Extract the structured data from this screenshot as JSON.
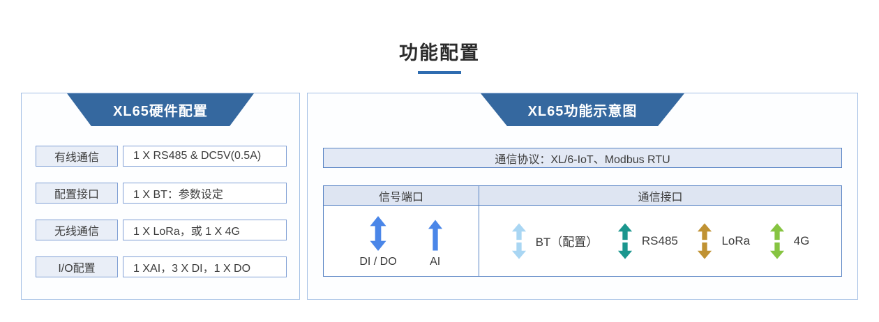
{
  "page": {
    "title": "功能配置"
  },
  "colors": {
    "accent_underline": "#2e6cb0",
    "header_trapezoid": "#35689f",
    "signal_arrow_blue": "#4a86e8"
  },
  "left_panel": {
    "header": "XL65硬件配置",
    "rows": [
      {
        "label": "有线通信",
        "value": "1 X RS485 & DC5V(0.5A)"
      },
      {
        "label": "配置接口",
        "value": "1 X BT：参数设定"
      },
      {
        "label": "无线通信",
        "value": "1 X LoRa，或 1 X 4G"
      },
      {
        "label": "I/O配置",
        "value": "1 XAI，3 X DI，1 X DO"
      }
    ]
  },
  "right_panel": {
    "header": "XL65功能示意图",
    "protocol_bar": "通信协议：XL/6-IoT、Modbus RTU",
    "table": {
      "col_signal": "信号端口",
      "col_comm": "通信接口",
      "signal_ports": [
        {
          "label": "DI / DO",
          "arrow": "double-arrow",
          "color": "#4a86e8"
        },
        {
          "label": "AI",
          "arrow": "up-arrow",
          "color": "#4a86e8"
        }
      ],
      "comm_interfaces": [
        {
          "label": "BT（配置）",
          "arrow": "split-double-arrow",
          "color": "#a9d6f3"
        },
        {
          "label": "RS485",
          "arrow": "split-double-arrow",
          "color": "#1b968e"
        },
        {
          "label": "LoRa",
          "arrow": "split-double-arrow",
          "color": "#c09233"
        },
        {
          "label": "4G",
          "arrow": "split-double-arrow",
          "color": "#86c441"
        }
      ]
    }
  }
}
